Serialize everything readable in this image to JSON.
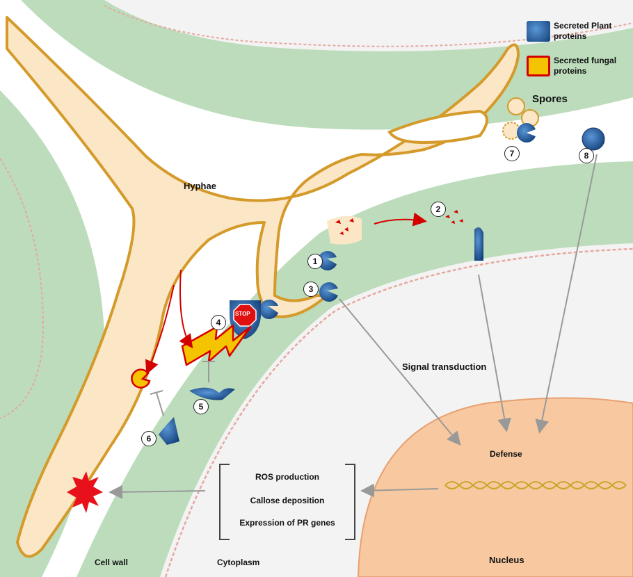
{
  "legend": {
    "plant": {
      "label": "Secreted Plant\nproteins",
      "color": "#1f5fa6"
    },
    "fungal": {
      "label": "Secreted fungal\nproteins",
      "color": "#f5c400",
      "border": "#d40000"
    }
  },
  "labels": {
    "spores": "Spores",
    "hyphae": "Hyphae",
    "signal": "Signal transduction",
    "defense": "Defense",
    "cellwall": "Cell wall",
    "cytoplasm": "Cytoplasm",
    "nucleus": "Nucleus",
    "stop": "STOP"
  },
  "responses": [
    "ROS production",
    "Callose deposition",
    "Expression of PR genes"
  ],
  "steps": [
    "1",
    "2",
    "3",
    "4",
    "5",
    "6",
    "7",
    "8"
  ],
  "colors": {
    "cell_wall": "#bcdcbc",
    "hyphae_fill": "#fbe6c6",
    "hyphae_edge": "#d49a2a",
    "nucleus": "#f8c9a0",
    "cytoplasm": "#f3f3f3",
    "arrow_red": "#d40000",
    "arrow_grey": "#999999"
  }
}
